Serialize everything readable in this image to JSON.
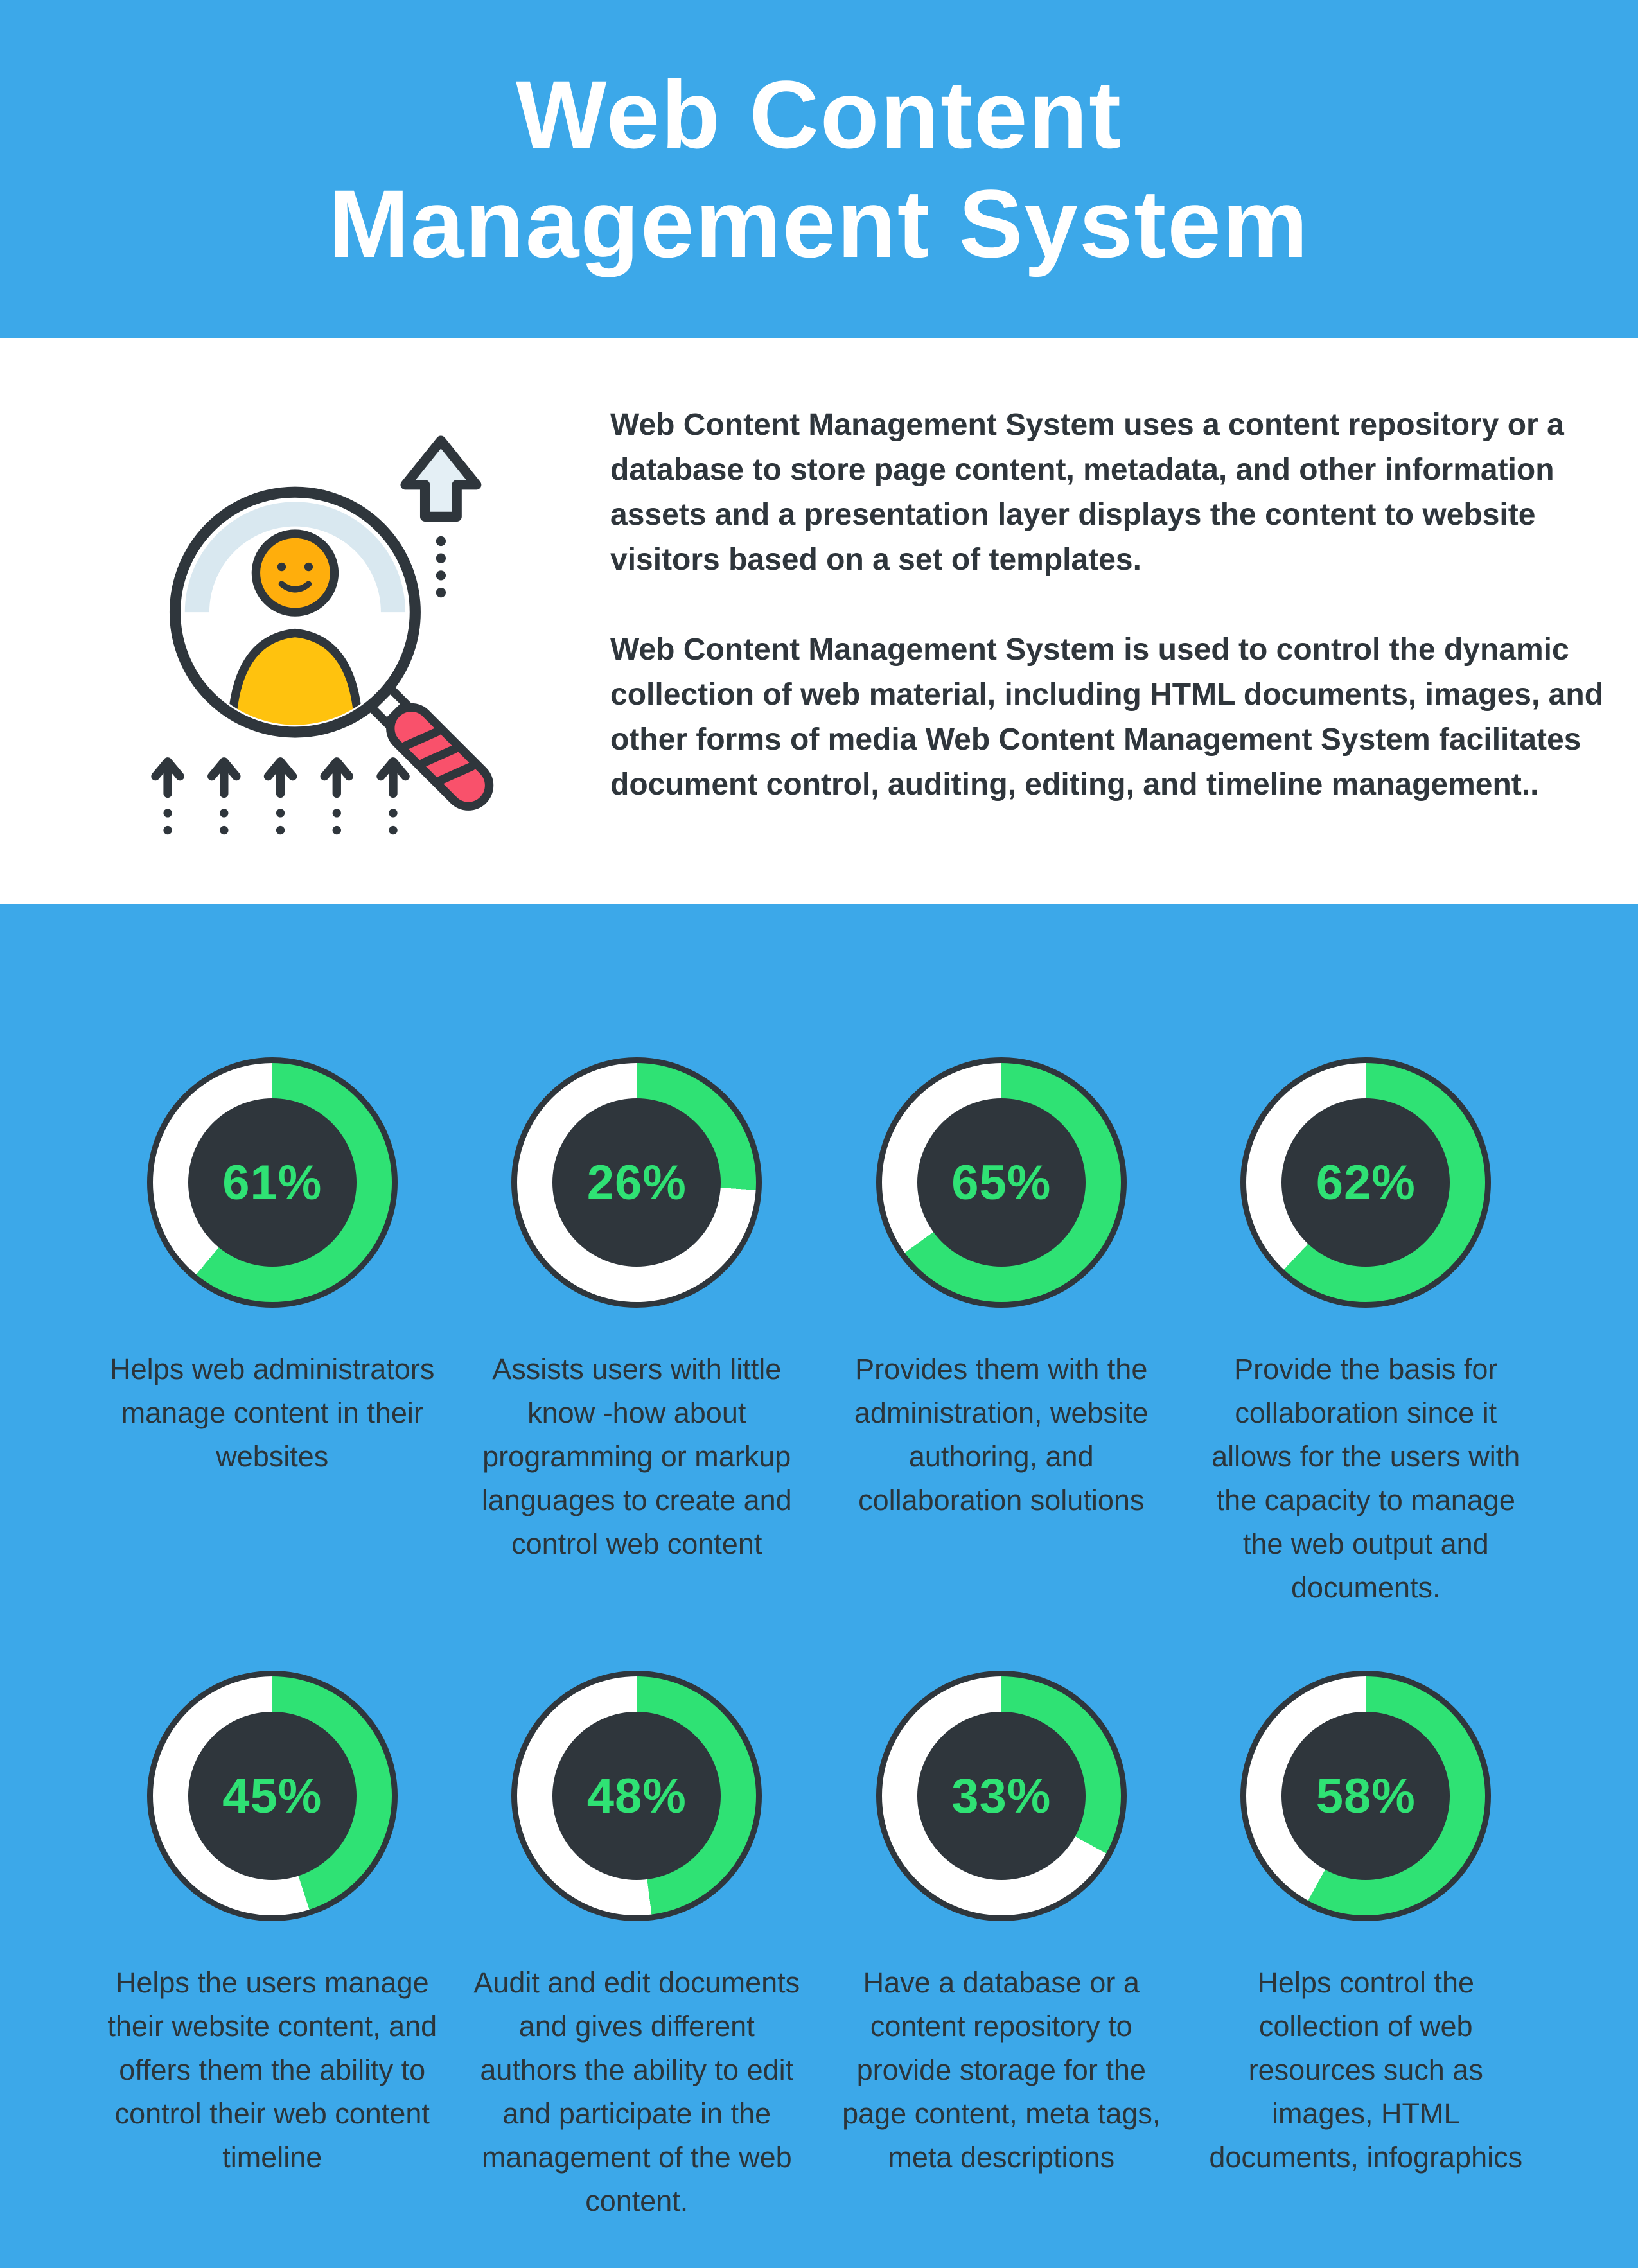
{
  "colors": {
    "blue": "#3CA8E9",
    "dark": "#2F363C",
    "green": "#2FE274",
    "text-dark": "#2B353B",
    "red": "#F9516B",
    "orange": "#FFAE0C",
    "yellow": "#FFC20E",
    "pale": "#D9E8F0"
  },
  "header": {
    "title_lines": [
      "Web Content",
      "Management System"
    ]
  },
  "intro": {
    "illustration": "magnifying-glass-user-upload-icon",
    "paragraphs": [
      "Web Content Management System uses a content repository or a database to store page content, metadata, and other information assets and a presentation layer displays the content to website visitors based on a set of templates.",
      "Web Content Management System is used to control the dynamic collection of web material, including HTML documents, images, and other forms of media Web Content Management System facilitates document control, auditing, editing, and timeline management.."
    ]
  },
  "chart_data": {
    "type": "pie",
    "variant": "donut-gauge-grid",
    "start_angle": "top",
    "direction": "clockwise",
    "fill_color": "#2FE274",
    "track_color": "#FFFFFF",
    "center_color": "#2F363C",
    "gauges": [
      {
        "value": 61,
        "label": "61%",
        "caption": "Helps web administrators manage content in their websites"
      },
      {
        "value": 26,
        "label": "26%",
        "caption": "Assists users with little know -how about programming or markup languages to create and control web content"
      },
      {
        "value": 65,
        "label": "65%",
        "caption": "Provides them with the administration, website authoring, and collaboration solutions"
      },
      {
        "value": 62,
        "label": "62%",
        "caption": "Provide the basis for collaboration since it allows for the users with the capacity to manage the web output and documents."
      },
      {
        "value": 45,
        "label": "45%",
        "caption": "Helps the users manage their website content, and offers them the ability to control their web content timeline"
      },
      {
        "value": 48,
        "label": "48%",
        "caption": "Audit and edit documents and gives different authors the ability to edit and participate in the management of the web content."
      },
      {
        "value": 33,
        "label": "33%",
        "caption": "Have a database or a content repository to provide storage for the page content, meta tags, meta descriptions"
      },
      {
        "value": 58,
        "label": "58%",
        "caption": "Helps control the collection of web resources such as images, HTML documents, infographics"
      }
    ]
  }
}
